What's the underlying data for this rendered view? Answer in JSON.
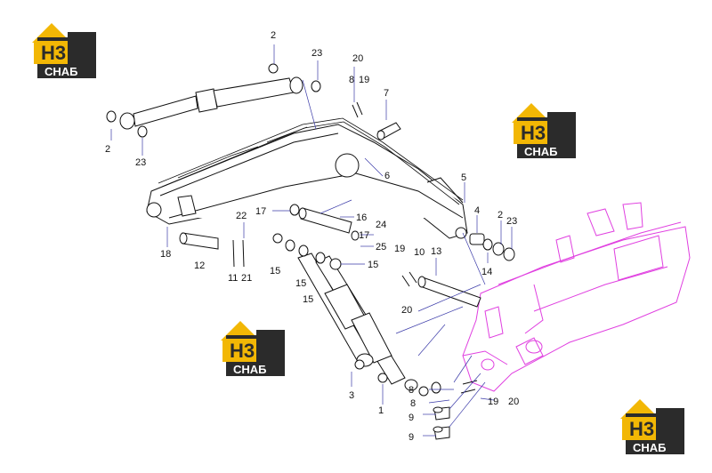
{
  "logo": {
    "mark": "H3",
    "word": "СНАБ"
  },
  "callouts": [
    "2",
    "23",
    "20",
    "8",
    "19",
    "7",
    "2",
    "23",
    "6",
    "5",
    "4",
    "2",
    "23",
    "17",
    "16",
    "24",
    "17",
    "25",
    "22",
    "18",
    "12",
    "11",
    "21",
    "15",
    "15",
    "15",
    "15",
    "19",
    "10",
    "13",
    "14",
    "20",
    "3",
    "1",
    "8",
    "8",
    "19",
    "20",
    "9",
    "9"
  ],
  "colors": {
    "logo_gold": "#f2b705",
    "logo_dark": "#2b2b2b",
    "frame_magenta": "#e040e0",
    "line_blue": "#3a3aa8"
  }
}
